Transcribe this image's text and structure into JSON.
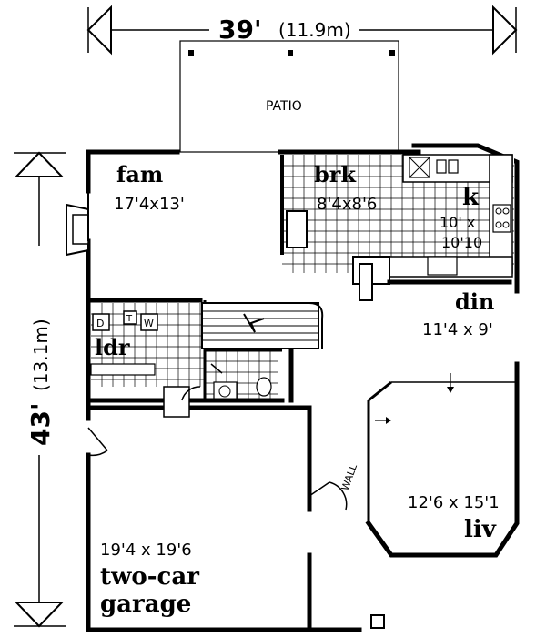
{
  "dimensions": {
    "width_ft": "39'",
    "width_m": "(11.9m)",
    "depth_ft": "43'",
    "depth_m": "(13.1m)"
  },
  "rooms": {
    "patio": {
      "name": "PATIO"
    },
    "family": {
      "name": "fam",
      "size": "17'4x13'"
    },
    "breakfast": {
      "name": "brk",
      "size": "8'4x8'6"
    },
    "kitchen": {
      "name": "k",
      "size_line1": "10' x",
      "size_line2": "10'10"
    },
    "dining": {
      "name": "din",
      "size": "11'4 x 9'"
    },
    "laundry": {
      "name": "ldr"
    },
    "living": {
      "name": "liv",
      "size": "12'6 x 15'1"
    },
    "garage": {
      "name_line1": "two-car",
      "name_line2": "garage",
      "size": "19'4 x 19'6"
    }
  },
  "annotations": {
    "wall": "WALL",
    "dryer": "D",
    "washer": "W",
    "tub": "T"
  }
}
